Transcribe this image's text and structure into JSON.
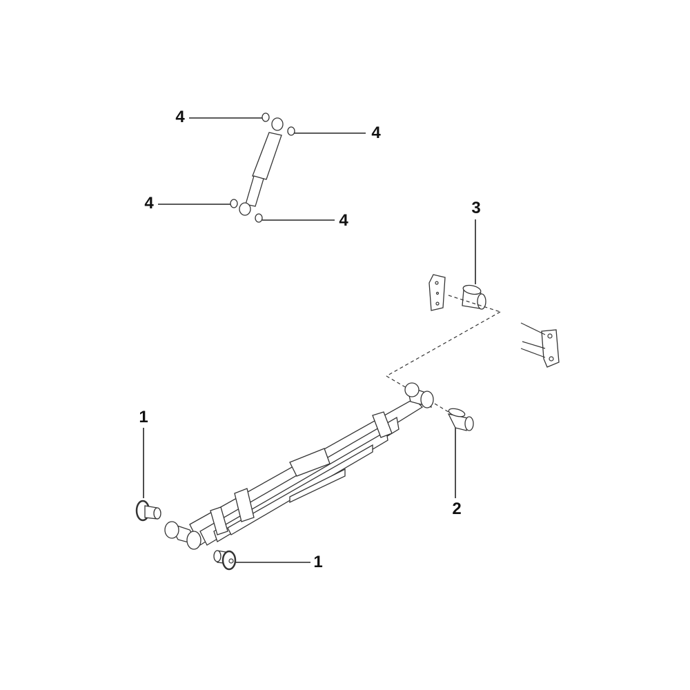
{
  "callouts": [
    {
      "id": "callout-4-top-left",
      "label": "4"
    },
    {
      "id": "callout-4-top-right",
      "label": "4"
    },
    {
      "id": "callout-4-bottom-left",
      "label": "4"
    },
    {
      "id": "callout-4-bottom-right",
      "label": "4"
    },
    {
      "id": "callout-3",
      "label": "3"
    },
    {
      "id": "callout-1-left",
      "label": "1"
    },
    {
      "id": "callout-2",
      "label": "2"
    },
    {
      "id": "callout-1-bottom",
      "label": "1"
    }
  ]
}
